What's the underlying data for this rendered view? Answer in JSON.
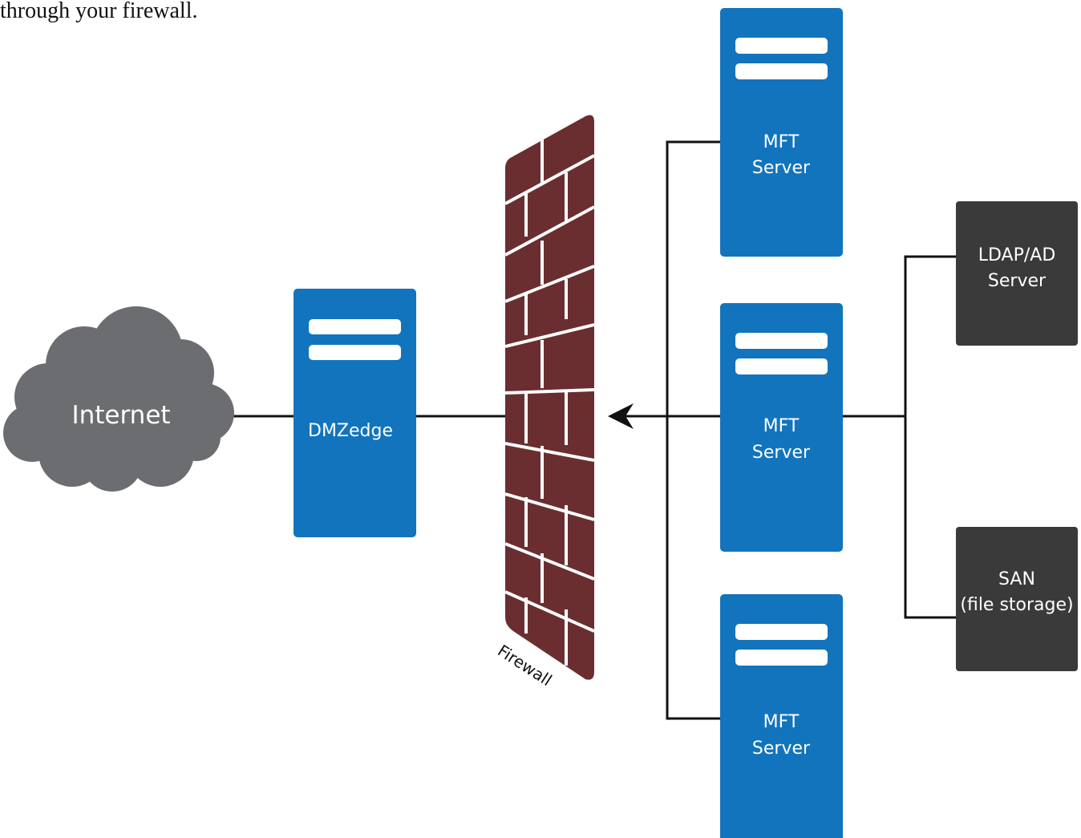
{
  "intro_text": "through your firewall.",
  "nodes": {
    "internet": "Internet",
    "dmzedge": "DMZedge",
    "firewall": "Firewall",
    "mft_server_top": {
      "line1": "MFT",
      "line2": "Server"
    },
    "mft_server_middle": {
      "line1": "MFT",
      "line2": "Server"
    },
    "mft_server_bottom": {
      "line1": "MFT",
      "line2": "Server"
    },
    "ldap_server": {
      "line1": "LDAP/AD",
      "line2": "Server"
    },
    "san": {
      "line1": "SAN",
      "line2": "(file storage)"
    }
  },
  "colors": {
    "server_blue": "#1274bd",
    "brick_red": "#6a2e31",
    "cloud_gray": "#6c6d70",
    "dark_box": "#3a3a3a",
    "line": "#111111"
  }
}
